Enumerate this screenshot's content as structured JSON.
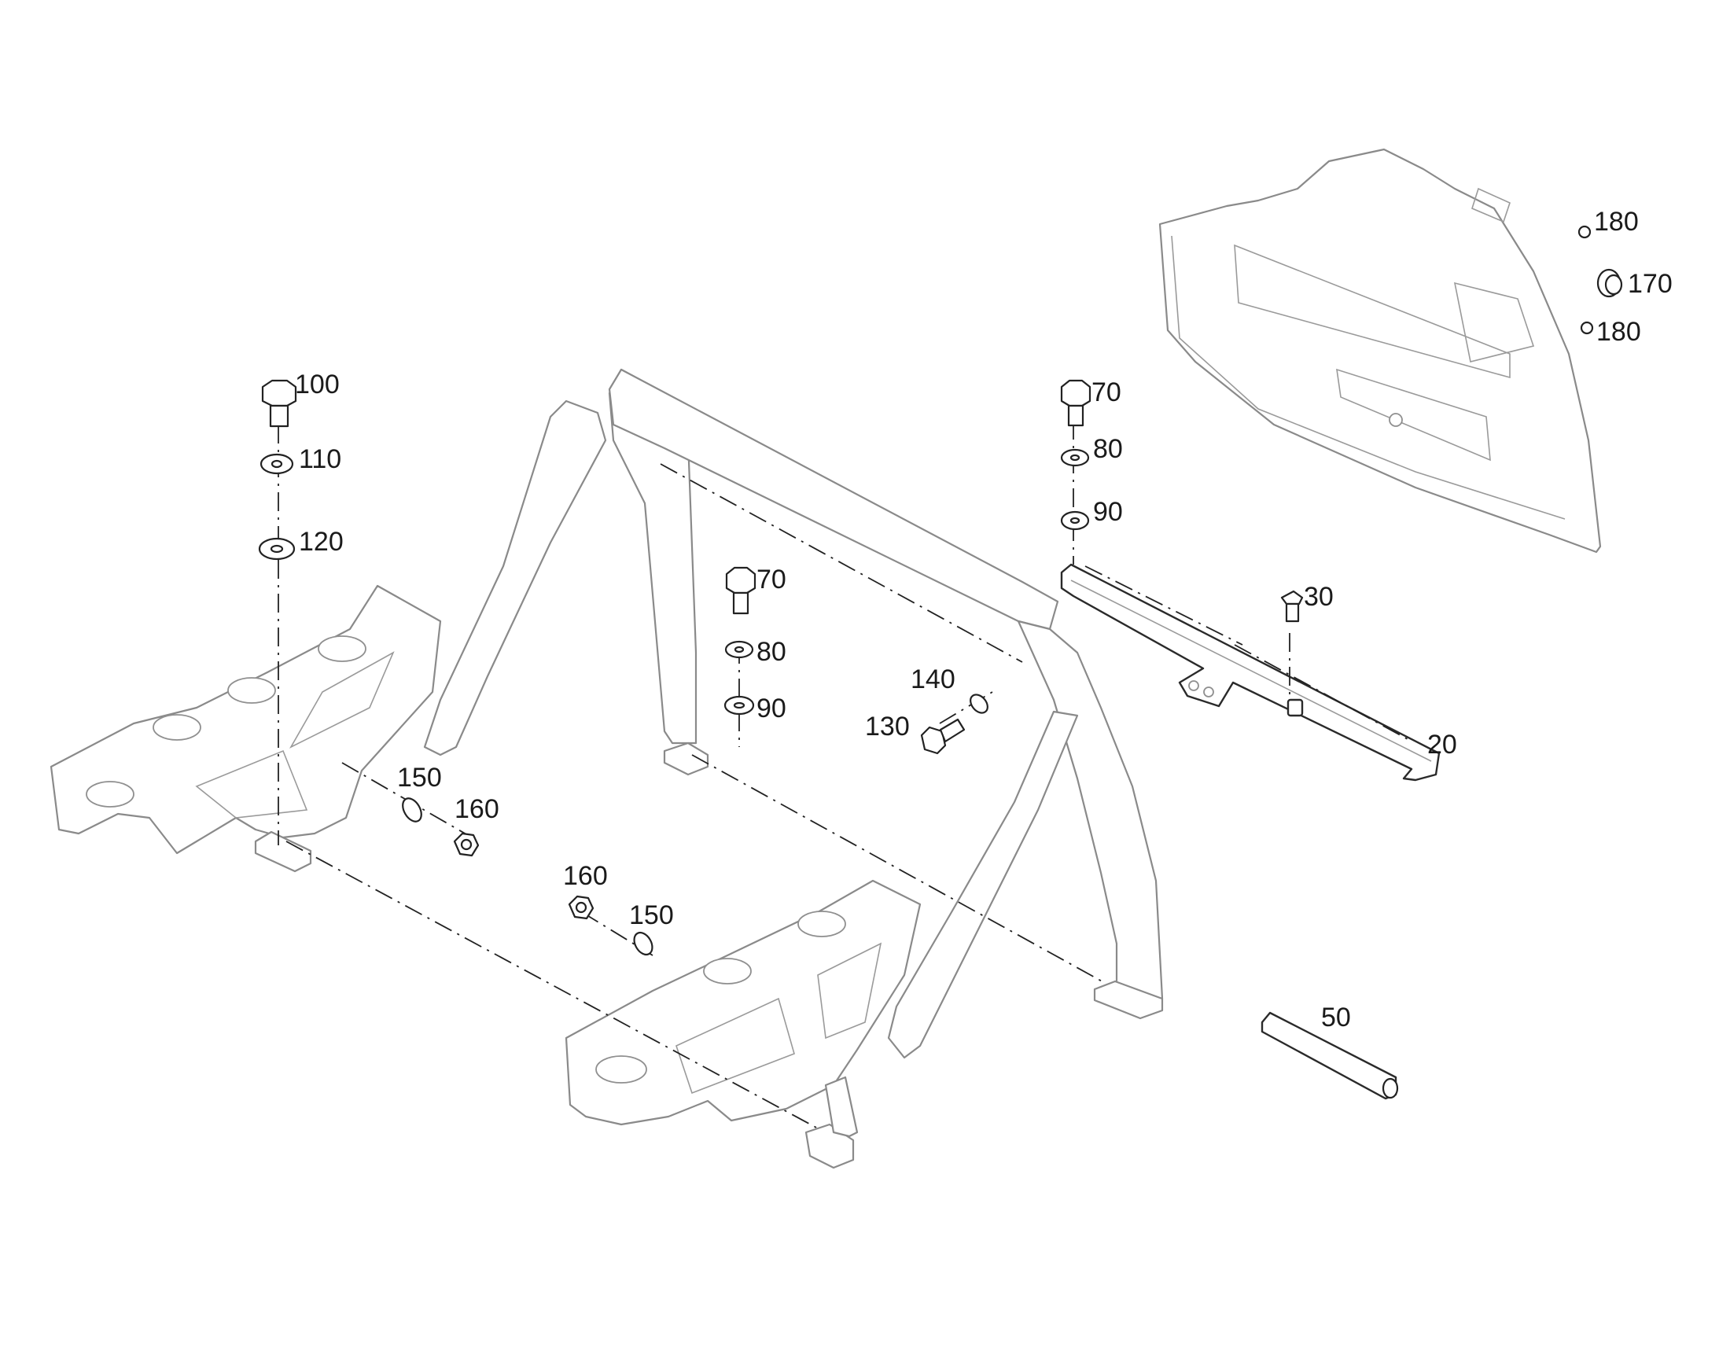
{
  "callouts": {
    "p20": "20",
    "p30": "30",
    "p50": "50",
    "p70a": "70",
    "p70b": "70",
    "p80a": "80",
    "p80b": "80",
    "p90a": "90",
    "p90b": "90",
    "p100": "100",
    "p110": "110",
    "p120": "120",
    "p130": "130",
    "p140": "140",
    "p150a": "150",
    "p150b": "150",
    "p160a": "160",
    "p160b": "160",
    "p170": "170",
    "p180a": "180",
    "p180b": "180"
  }
}
